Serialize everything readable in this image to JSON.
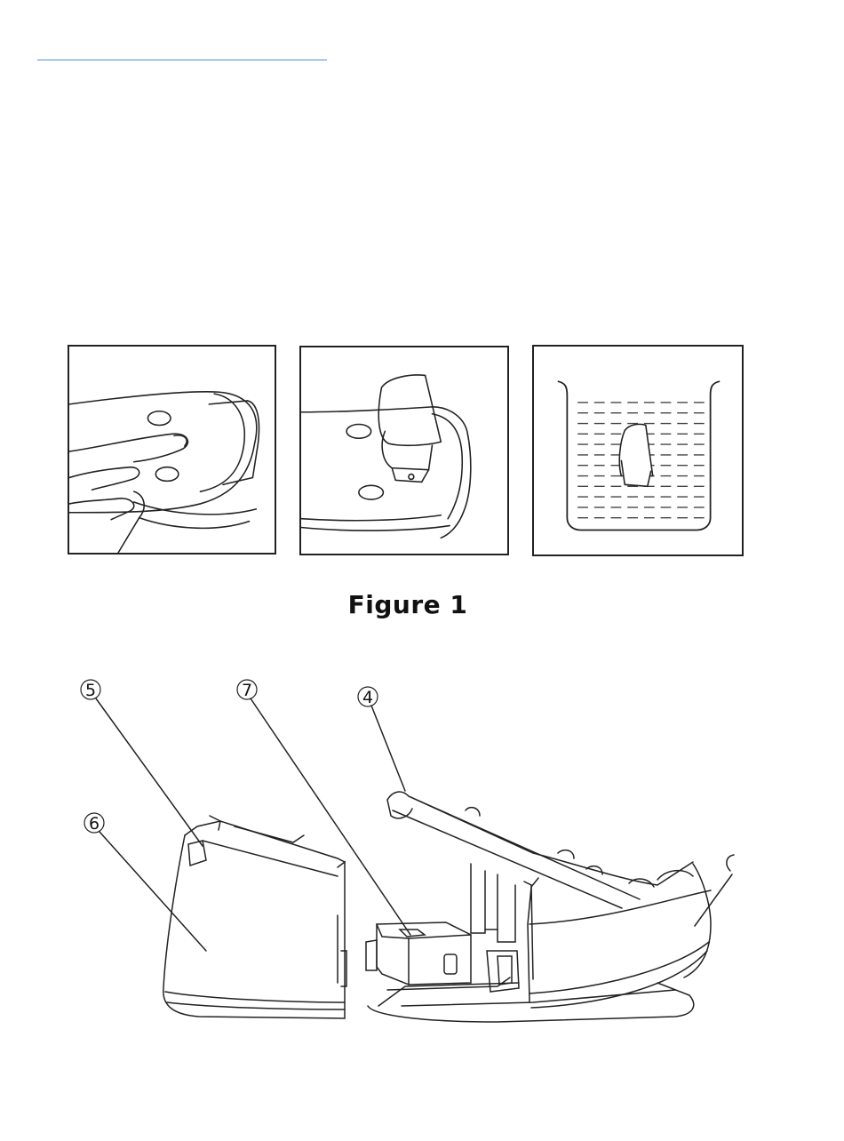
{
  "figure_caption": "Figure 1",
  "callouts": [
    {
      "label": "⑤",
      "part": "5"
    },
    {
      "label": "⑦",
      "part": "7"
    },
    {
      "label": "④",
      "part": "4"
    },
    {
      "label": "⑥",
      "part": "6"
    }
  ],
  "colors": {
    "rule": "#4a90e2",
    "line_art": "#222222"
  },
  "icons": [
    "hand-pressing-icon",
    "lid-open-icon",
    "soak-basin-icon"
  ]
}
